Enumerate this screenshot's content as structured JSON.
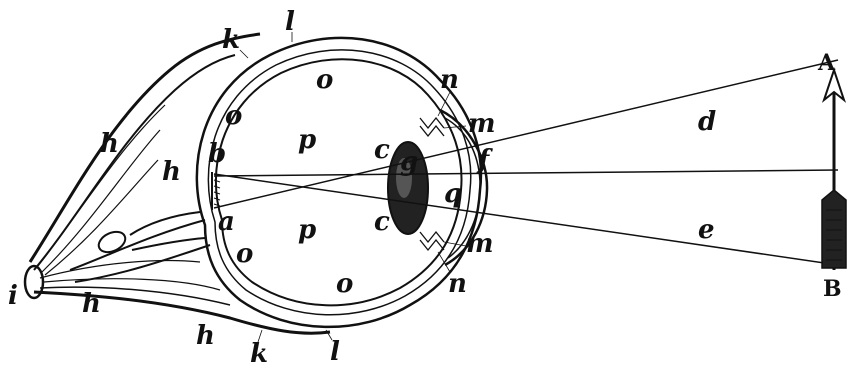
{
  "figure": {
    "labels": {
      "A": "A",
      "B": "B",
      "a": "a",
      "b": "b",
      "c_top": "c",
      "c_bottom": "c",
      "d": "d",
      "e": "e",
      "f": "f",
      "g": "g",
      "h_upper": "h",
      "h_inner": "h",
      "h_lower_left": "h",
      "h_lower": "h",
      "i": "i",
      "k_top": "k",
      "k_bottom": "k",
      "l_top": "l",
      "l_bottom": "l",
      "m_top": "m",
      "m_bottom": "m",
      "n_top": "n",
      "n_bottom": "n",
      "o_top": "o",
      "o_upper_left": "o",
      "o_lower_left": "o",
      "o_bottom": "o",
      "p_top": "p",
      "p_bottom": "p",
      "q": "q"
    }
  }
}
